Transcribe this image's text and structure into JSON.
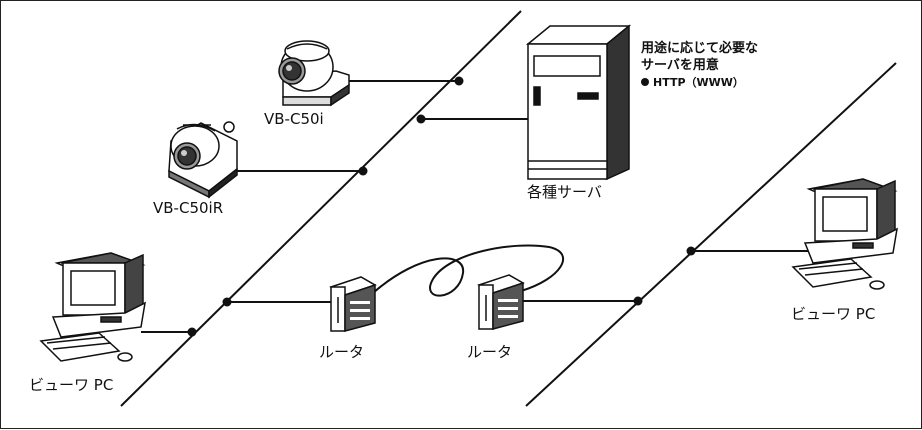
{
  "labels": {
    "camera_1": "VB-C50i",
    "camera_2": "VB-C50iR",
    "server": "各種サーバ",
    "router_left": "ルータ",
    "router_right": "ルータ",
    "viewer_left": "ビューワ PC",
    "viewer_right": "ビューワ PC"
  },
  "server_note": {
    "line1": "用途に応じて必要な",
    "line2": "サーバを用意",
    "protocol": "HTTP（WWW）"
  }
}
